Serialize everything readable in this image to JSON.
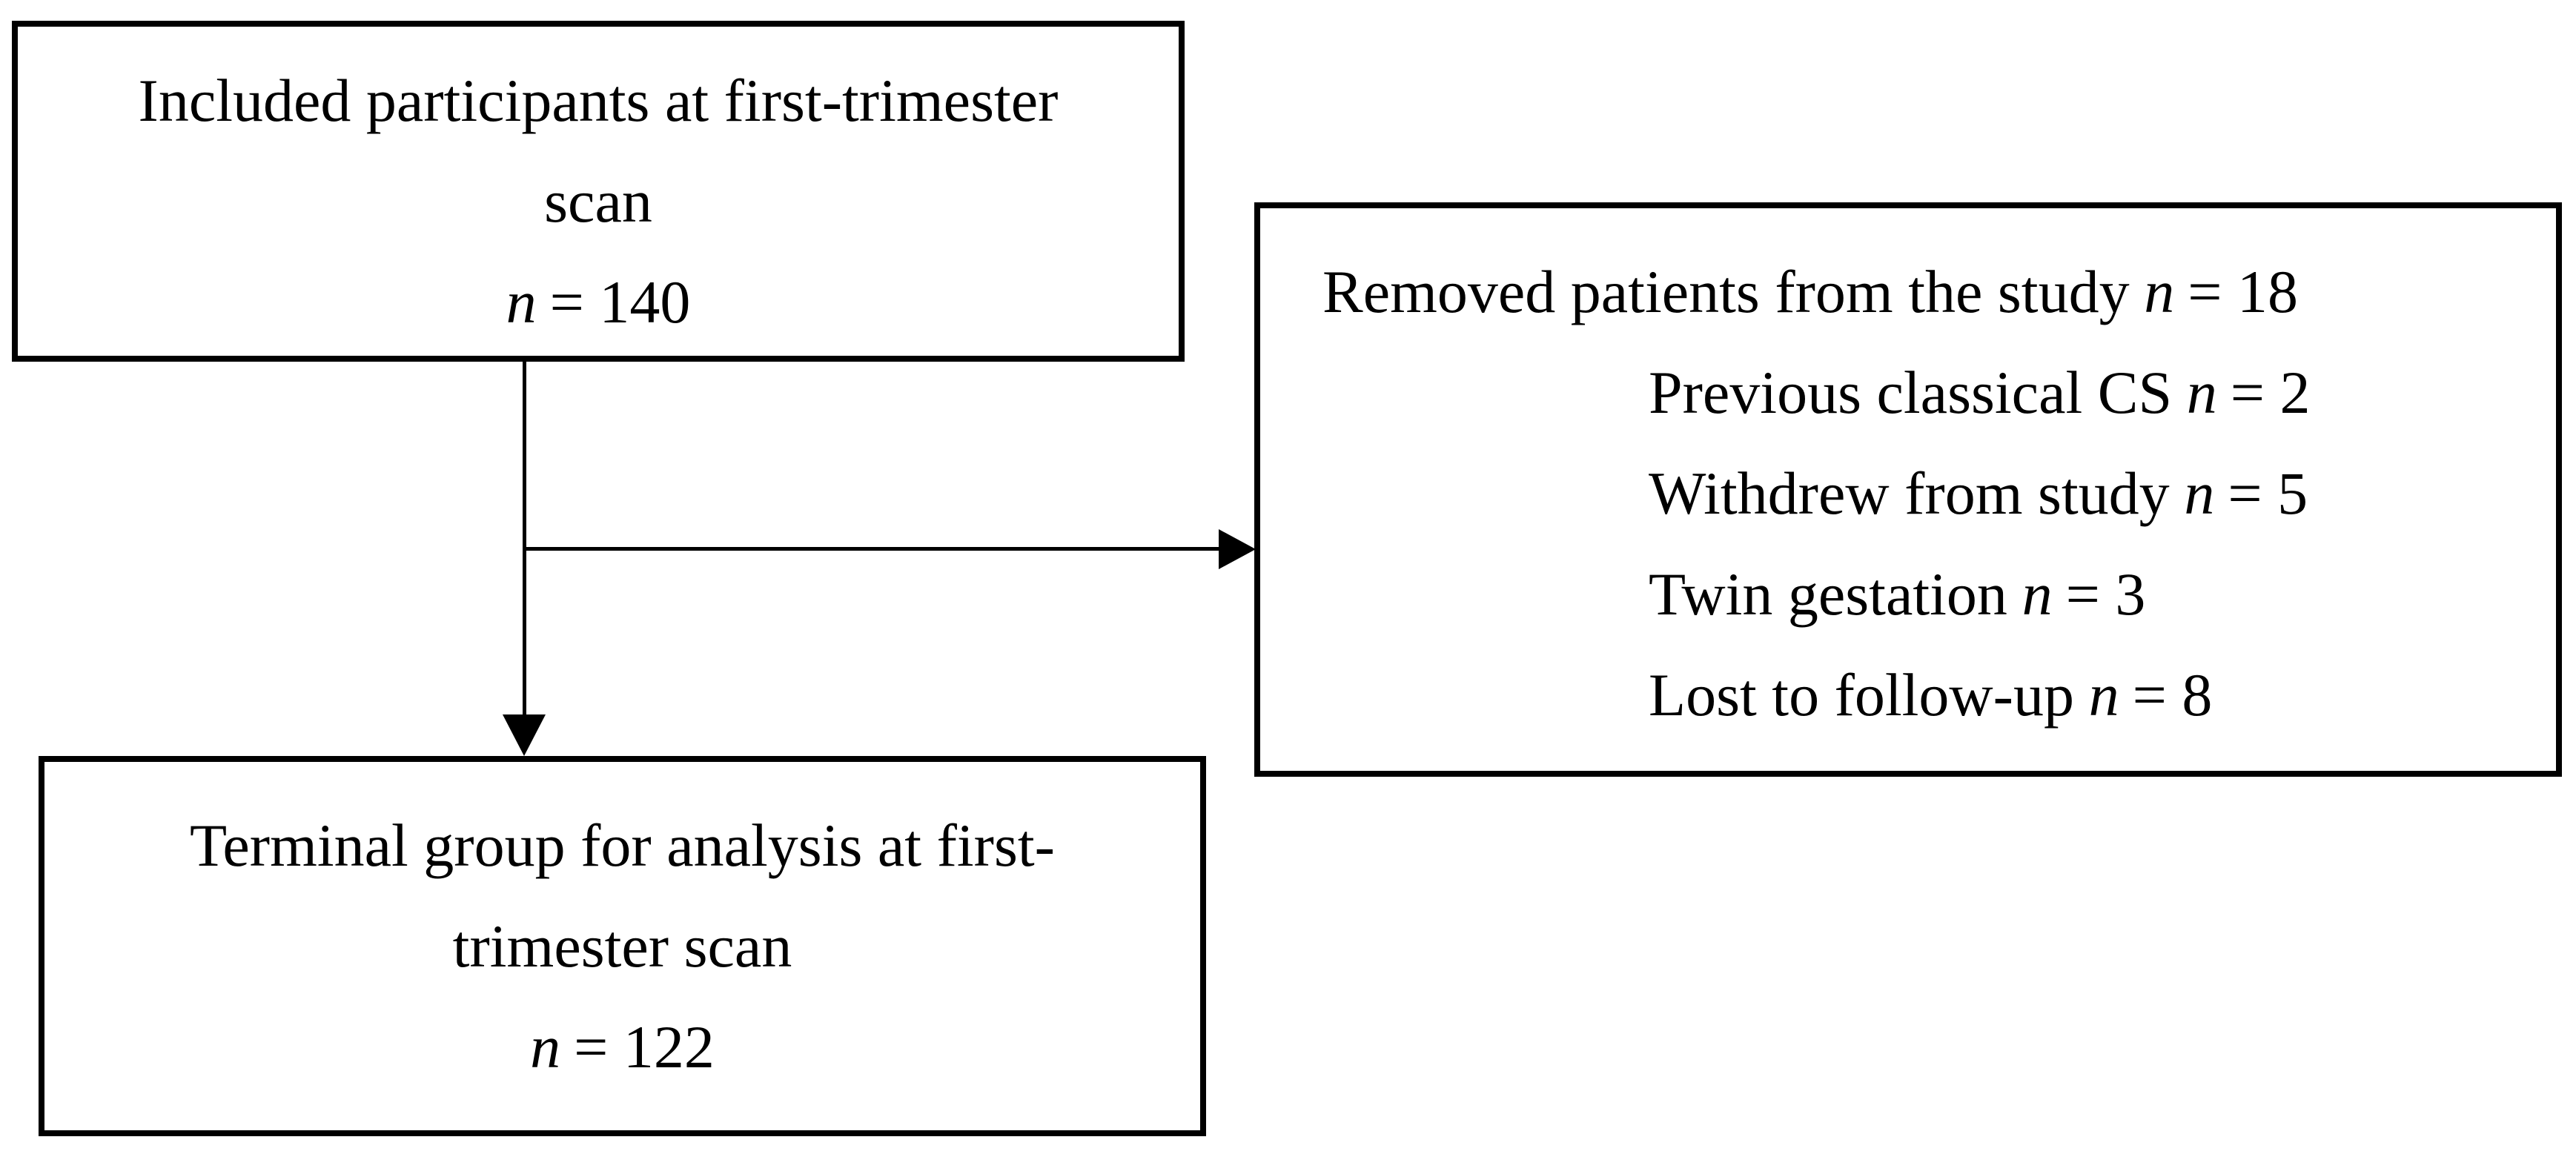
{
  "diagram": {
    "included_box": {
      "line1": "Included participants at first-trimester",
      "line2": "scan",
      "n_label": "n",
      "n_value": "= 140"
    },
    "removed_box": {
      "title": {
        "text": "Removed patients from the study",
        "n_label": "n",
        "n_value": "= 18"
      },
      "items": [
        {
          "text": "Previous classical CS",
          "n_label": "n",
          "n_value": "= 2"
        },
        {
          "text": "Withdrew from study",
          "n_label": "n",
          "n_value": "= 5"
        },
        {
          "text": "Twin gestation",
          "n_label": "n",
          "n_value": "= 3"
        },
        {
          "text": "Lost to follow-up",
          "n_label": "n",
          "n_value": "= 8"
        }
      ]
    },
    "terminal_box": {
      "line1": "Terminal group for analysis at first-",
      "line2": "trimester scan",
      "n_label": "n",
      "n_value": "= 122"
    },
    "colors": {
      "border": "#000000",
      "text": "#000000",
      "background": "#ffffff"
    }
  }
}
